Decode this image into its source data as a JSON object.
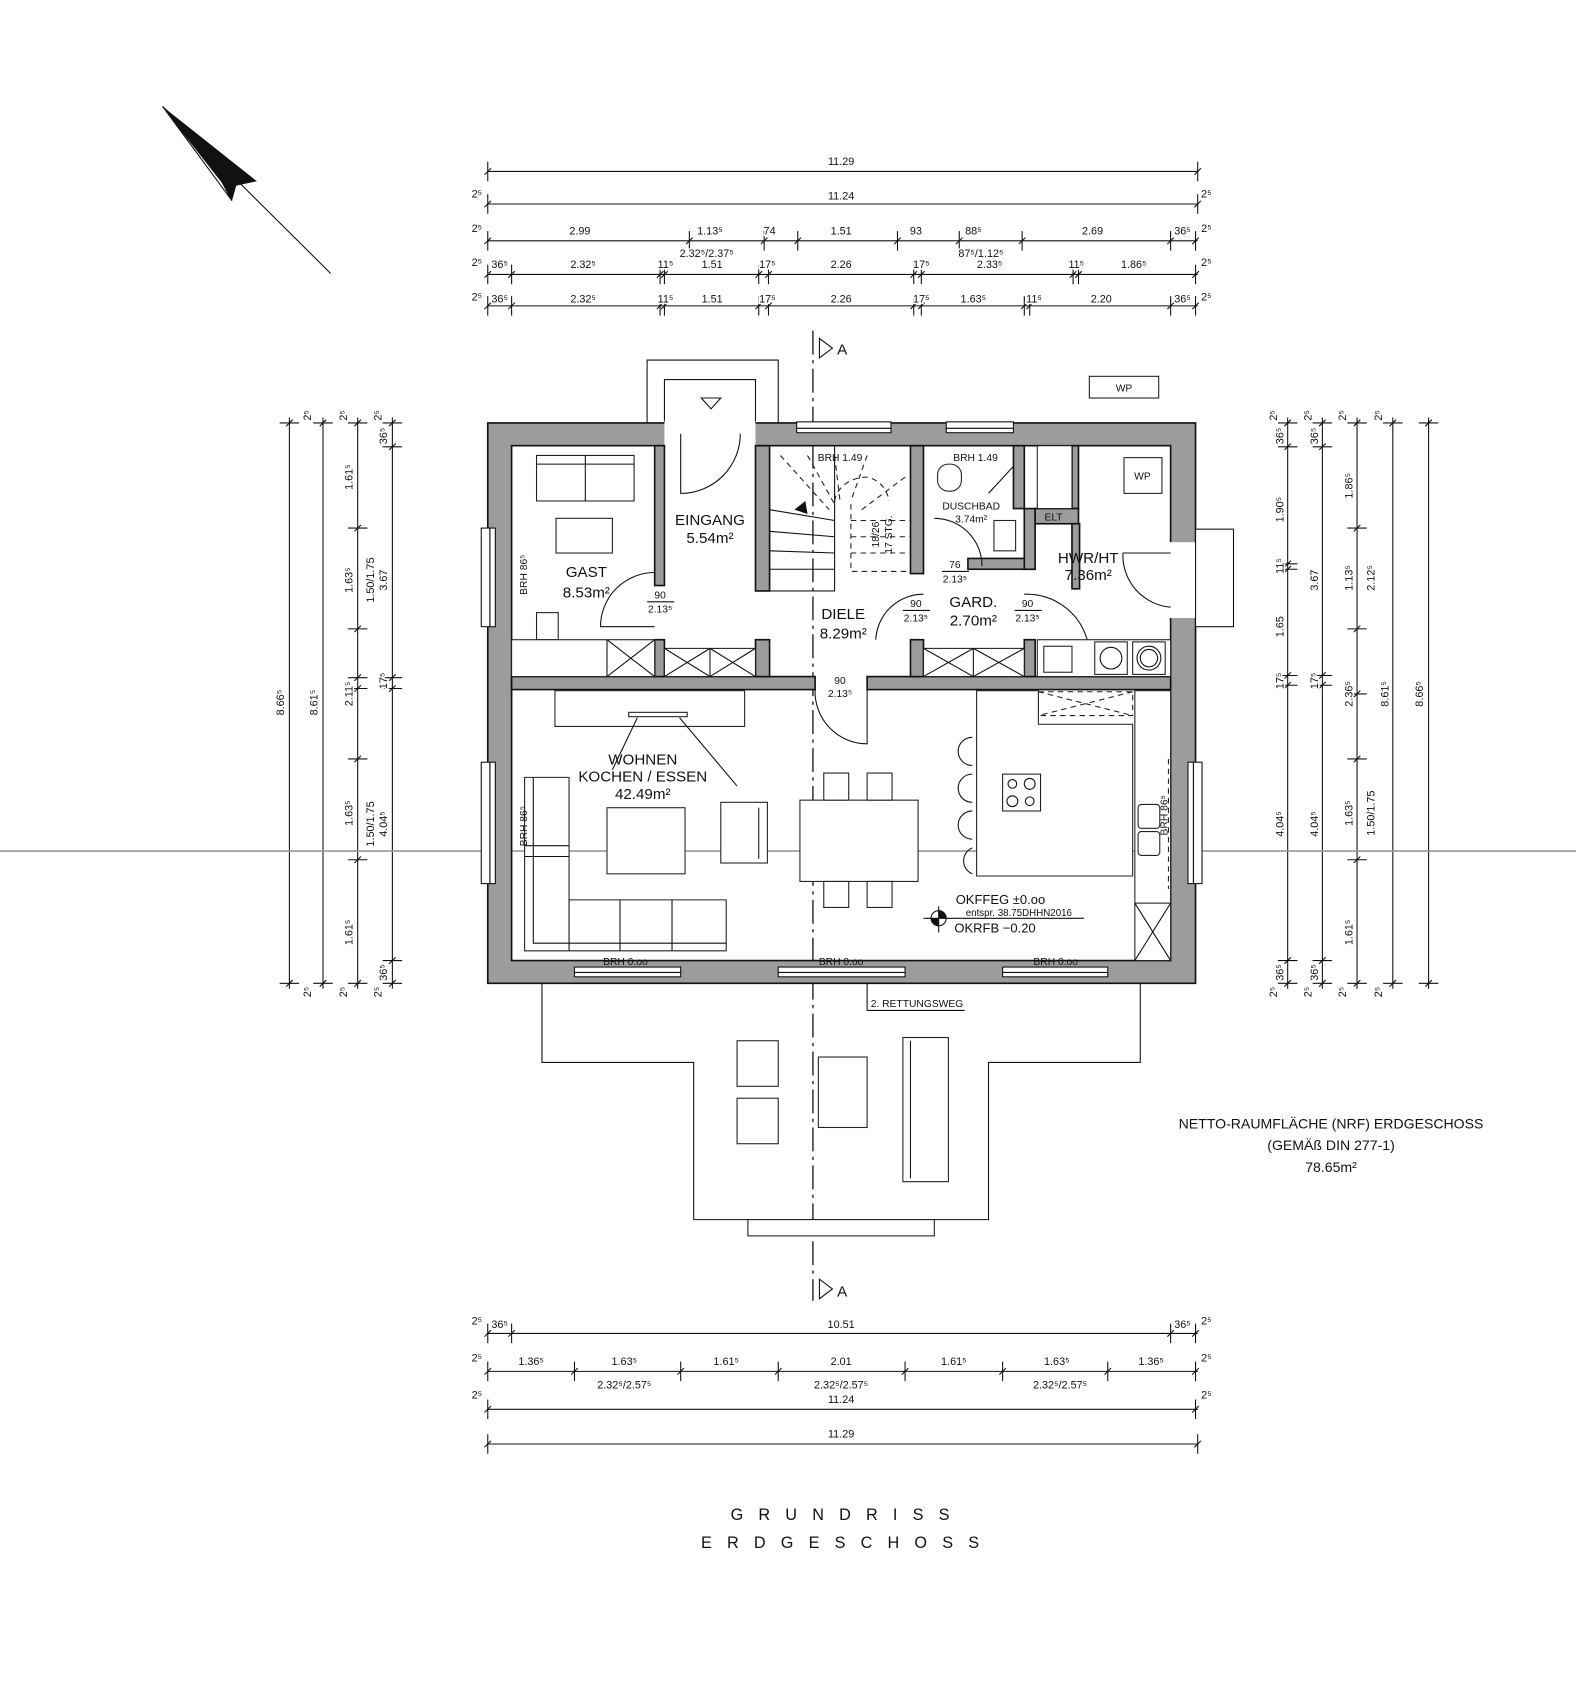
{
  "title": {
    "line1": "GRUNDRISS",
    "line2": "ERDGESCHOSS"
  },
  "area_note": {
    "line1": "NETTO-RAUMFLÄCHE (NRF) ERDGESCHOSS",
    "line2": "(GEMÄß DIN 277-1)",
    "line3": "78.65m²"
  },
  "section_marker": "A",
  "rooms": {
    "gast": {
      "name": "GAST",
      "area": "8.53m²"
    },
    "eingang": {
      "name": "EINGANG",
      "area": "5.54m²"
    },
    "diele": {
      "name": "DIELE",
      "area": "8.29m²"
    },
    "duschbad": {
      "name": "DUSCHBAD",
      "area": "3.74m²"
    },
    "gard": {
      "name": "GARD.",
      "area": "2.70m²"
    },
    "hwr": {
      "name": "HWR/HT",
      "area": "7.36m²"
    },
    "wohnen": {
      "name1": "WOHNEN",
      "name2": "KOCHEN / ESSEN",
      "area": "42.49m²"
    }
  },
  "labels": {
    "brh_149": "BRH  1.49",
    "brh_86": "BRH  86⁵",
    "brh_000": "BRH  0.oo",
    "door_w90": "90",
    "door_w76": "76",
    "door_h": "2.13⁵",
    "stair": "18/26",
    "stair2": "17 STG.",
    "wp": "WP",
    "elt": "ELT",
    "rettungsweg": "2. RETTUNGSWEG",
    "okffeg": "OKFFEG  ±0.oo",
    "entspr": "entspr. 38.75DHHN2016",
    "okrfb": "OKRFB  −0.20"
  },
  "dimensions": {
    "top": [
      [
        "11.29"
      ],
      [
        "2⁵",
        "11.24",
        "2⁵"
      ],
      [
        "2⁵",
        "2.99",
        "1.13⁵",
        "74",
        "1.51",
        "93",
        "88⁵",
        "2.69",
        "36⁵",
        "2⁵",
        "2.32⁵/2.37⁵",
        "87⁵/1.12⁵"
      ],
      [
        "2⁵",
        "36⁵",
        "2.32⁵",
        "11⁵",
        "1.51",
        "17⁵",
        "2.26",
        "17⁵",
        "2.33⁵",
        "11⁵",
        "1.86⁵",
        "2⁵"
      ],
      [
        "2⁵",
        "36⁵",
        "2.32⁵",
        "11⁵",
        "1.51",
        "17⁵",
        "2.26",
        "17⁵",
        "1.63⁵",
        "11⁵",
        "2.20",
        "36⁵",
        "2⁵"
      ]
    ],
    "left": [
      [
        "8.66⁵"
      ],
      [
        "2⁵",
        "8.61⁵",
        "2⁵"
      ],
      [
        "2⁵",
        "1.61⁵",
        "1.63⁵",
        "2.11⁵",
        "1.63⁵",
        "1.61⁵",
        "2⁵"
      ],
      [
        "2⁵",
        "36⁵",
        "1.50/1.75",
        "3.67",
        "17⁵",
        "1.50/1.75",
        "4.04⁵",
        "36⁵",
        "2⁵"
      ]
    ],
    "right": [
      [
        "2⁵",
        "36⁵",
        "1.90⁵",
        "11⁵",
        "1.65",
        "17⁵",
        "4.04⁵",
        "36⁵",
        "2⁵"
      ],
      [
        "2⁵",
        "36⁵",
        "3.67",
        "17⁵",
        "4.04⁵",
        "36⁵",
        "2⁵"
      ],
      [
        "2⁵",
        "1.86⁵",
        "1.13⁵",
        "2.12⁵",
        "2.36⁵",
        "1.63⁵",
        "1.50/1.75",
        "1.61⁵",
        "2⁵"
      ],
      [
        "2⁵",
        "8.61⁵",
        "2⁵"
      ],
      [
        "8.66⁵"
      ]
    ],
    "bottom": [
      [
        "2⁵",
        "36⁵",
        "10.51",
        "36⁵",
        "2⁵"
      ],
      [
        "2⁵",
        "1.36⁵",
        "1.63⁵",
        "1.61⁵",
        "2.01",
        "1.61⁵",
        "1.63⁵",
        "1.36⁵",
        "2⁵",
        "2.32⁵/2.57⁵",
        "2.32⁵/2.57⁵",
        "2.32⁵/2.57⁵"
      ],
      [
        "2⁵",
        "11.24",
        "2⁵"
      ],
      [
        "11.29"
      ]
    ]
  }
}
